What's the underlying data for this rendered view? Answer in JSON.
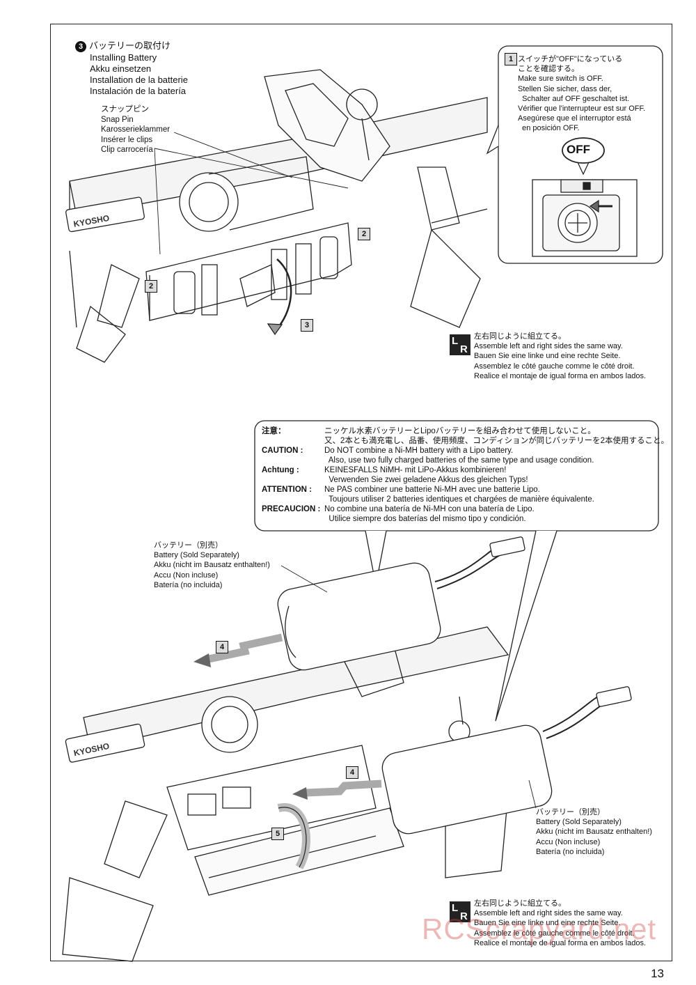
{
  "section": {
    "step_number": "3",
    "title_ja": "バッテリーの取付け",
    "title_en": "Installing Battery",
    "title_de": "Akku einsetzen",
    "title_fr": "Installation de la batterie",
    "title_es": "Instalación de la batería"
  },
  "snap_pin": {
    "ja": "スナップピン",
    "en": "Snap Pin",
    "de": "Karosserieklammer",
    "fr": "Insérer le clips",
    "es": "Clip carrocería"
  },
  "switch_note": {
    "step": "1",
    "lines": [
      "スイッチが\"OFF\"になっている",
      "ことを確認する。",
      "Make sure switch is OFF.",
      "Stellen Sie sicher, dass der,",
      "  Schalter auf OFF geschaltet ist.",
      "Vérifier que l'interrupteur est sur OFF.",
      "Asegúrese que el interruptor está",
      "  en posición OFF."
    ],
    "off_label": "OFF"
  },
  "steps": {
    "s2": "2",
    "s3": "3",
    "s4": "4",
    "s5": "5"
  },
  "lr_note": {
    "l": "L",
    "r": "R",
    "lines": [
      "左右同じように組立てる。",
      "Assemble left and right sides the same way.",
      "Bauen Sie eine linke und eine rechte Seite.",
      "Assemblez le côté gauche comme le côté droit.",
      "Realice el montaje de igual forma en ambos lados."
    ]
  },
  "caution": {
    "rows": [
      {
        "key": "注意：",
        "text": "ニッケル水素バッテリーとLipoバッテリーを組み合わせて使用しないこと。"
      },
      {
        "key": "",
        "text": "又、2本とも満充電し、品番、使用頻度、コンディションが同じバッテリーを2本使用すること。"
      },
      {
        "key": "CAUTION :",
        "text": "Do NOT combine a Ni-MH battery with a Lipo battery."
      },
      {
        "key": "",
        "text": "  Also, use two fully charged batteries of the same type and usage condition."
      },
      {
        "key": "Achtung :",
        "text": "KEINESFALLS NiMH- mit LiPo-Akkus kombinieren!"
      },
      {
        "key": "",
        "text": "  Verwenden Sie zwei geladene Akkus des gleichen Typs!"
      },
      {
        "key": "ATTENTION :",
        "text": "Ne PAS combiner une batterie Ni-MH avec une batterie Lipo."
      },
      {
        "key": "",
        "text": "  Toujours utiliser 2 batteries identiques et chargées de manière équivalente."
      },
      {
        "key": "PRECAUCION :",
        "text": "No combine una batería de Ni-MH con una batería de Lipo."
      },
      {
        "key": "",
        "text": "  Utilice siempre dos baterías del mismo tipo y condición."
      }
    ]
  },
  "battery_label": {
    "ja": "バッテリー（別売）",
    "en": "Battery (Sold Separately)",
    "de": "Akku (nicht im Bausatz enthalten!)",
    "fr": "Accu (Non incluse)",
    "es": "Batería (no incluida)"
  },
  "brand": "KYOSHO",
  "page_number": "13",
  "watermark": "RCScrapyard.net"
}
